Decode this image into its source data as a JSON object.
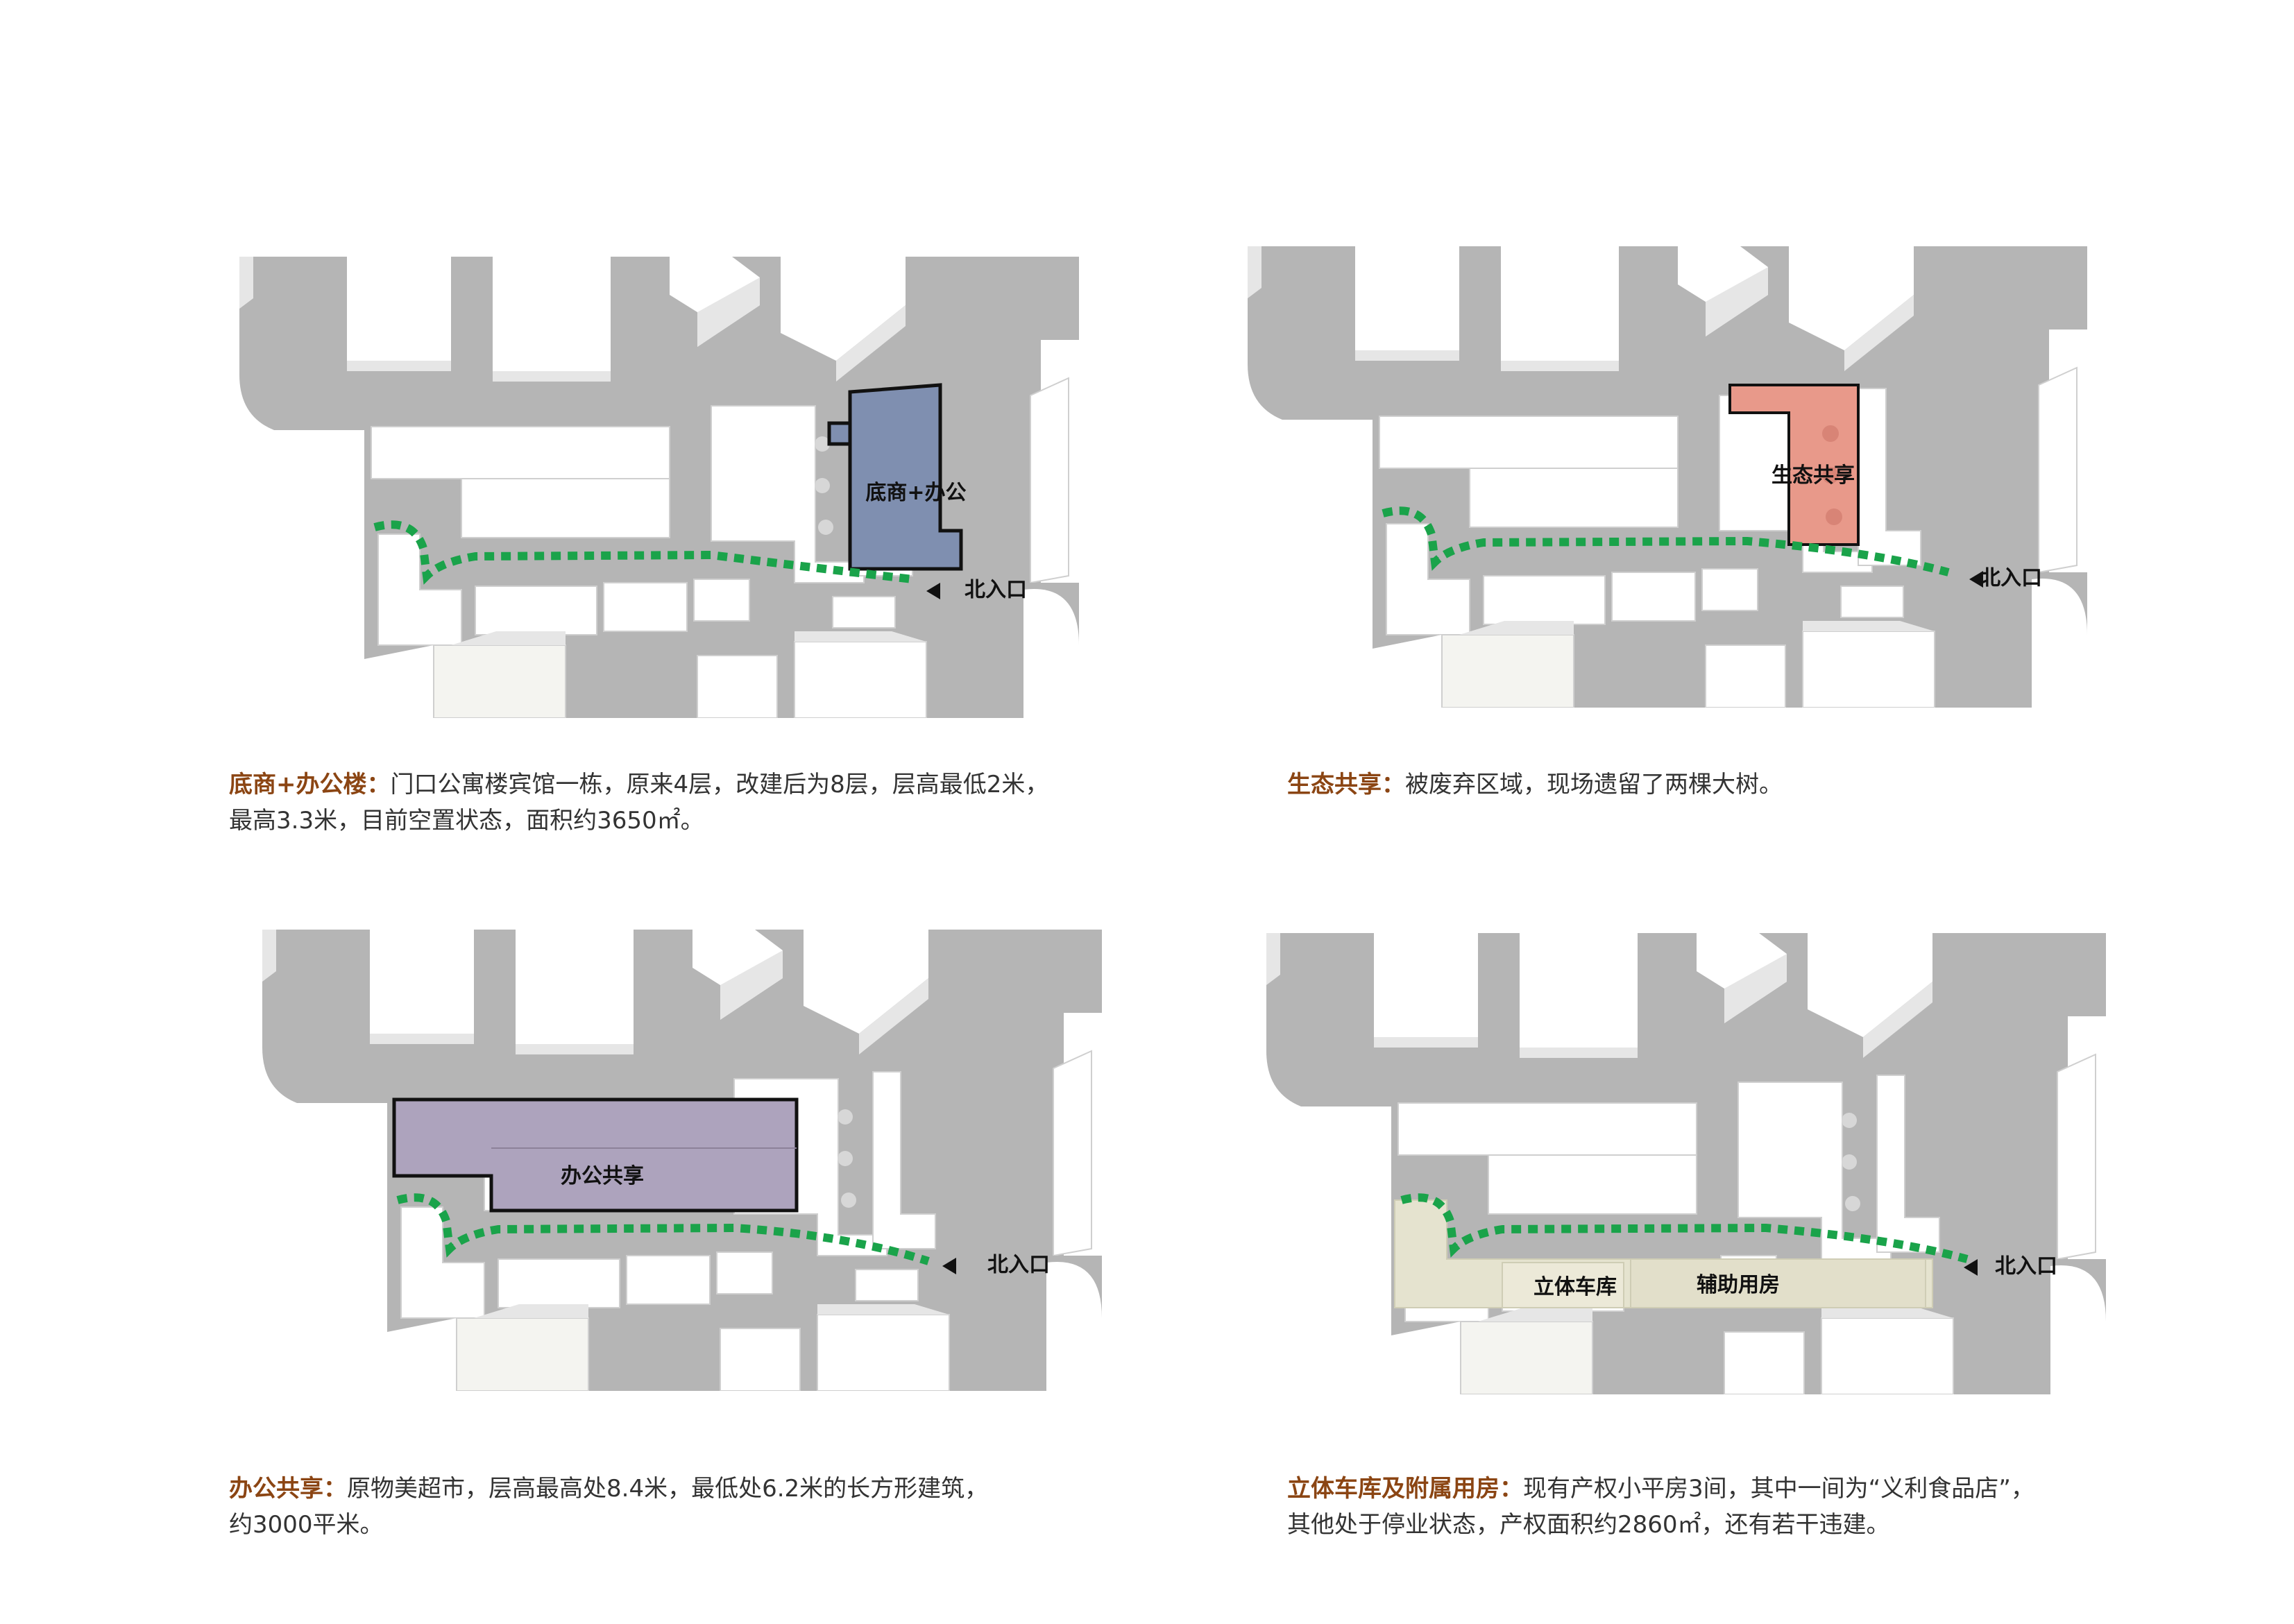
{
  "colors": {
    "road": "#b5b5b5",
    "building": "#ffffff",
    "building_side": "#e6e6e6",
    "path": "#1aa34a",
    "highlight_commercial": "#7f8fb0",
    "highlight_eco": "#e8998a",
    "highlight_office": "#ada3bd",
    "highlight_parking": "#e5e3cf",
    "caption_heading": "#8b4513"
  },
  "panels": [
    {
      "id": "commercial-office",
      "highlight_label": "底商+办公",
      "entrance_label": "北入口",
      "caption": {
        "heading": "底商+办公楼：",
        "line1": "门口公寓楼宾馆一栋，原来4层，改建后为8层，层高最低2米，",
        "line2": "最高3.3米，目前空置状态，面积约3650㎡。"
      }
    },
    {
      "id": "eco-share",
      "highlight_label": "生态共享",
      "entrance_label": "北入口",
      "caption": {
        "heading": "生态共享：",
        "line1": "被废弃区域，现场遗留了两棵大树。",
        "line2": ""
      }
    },
    {
      "id": "office-share",
      "highlight_label": "办公共享",
      "entrance_label": "北入口",
      "caption": {
        "heading": "办公共享：",
        "line1": "原物美超市，层高最高处8.4米，最低处6.2米的长方形建筑，",
        "line2": "约3000平米。"
      }
    },
    {
      "id": "parking",
      "highlight_label_1": "立体车库",
      "highlight_label_2": "辅助用房",
      "entrance_label": "北入口",
      "caption": {
        "heading": "立体车库及附属用房：",
        "line1": "现有产权小平房3间，其中一间为“义利食品店”，",
        "line2": "其他处于停业状态，产权面积约2860㎡，还有若干违建。"
      }
    }
  ]
}
